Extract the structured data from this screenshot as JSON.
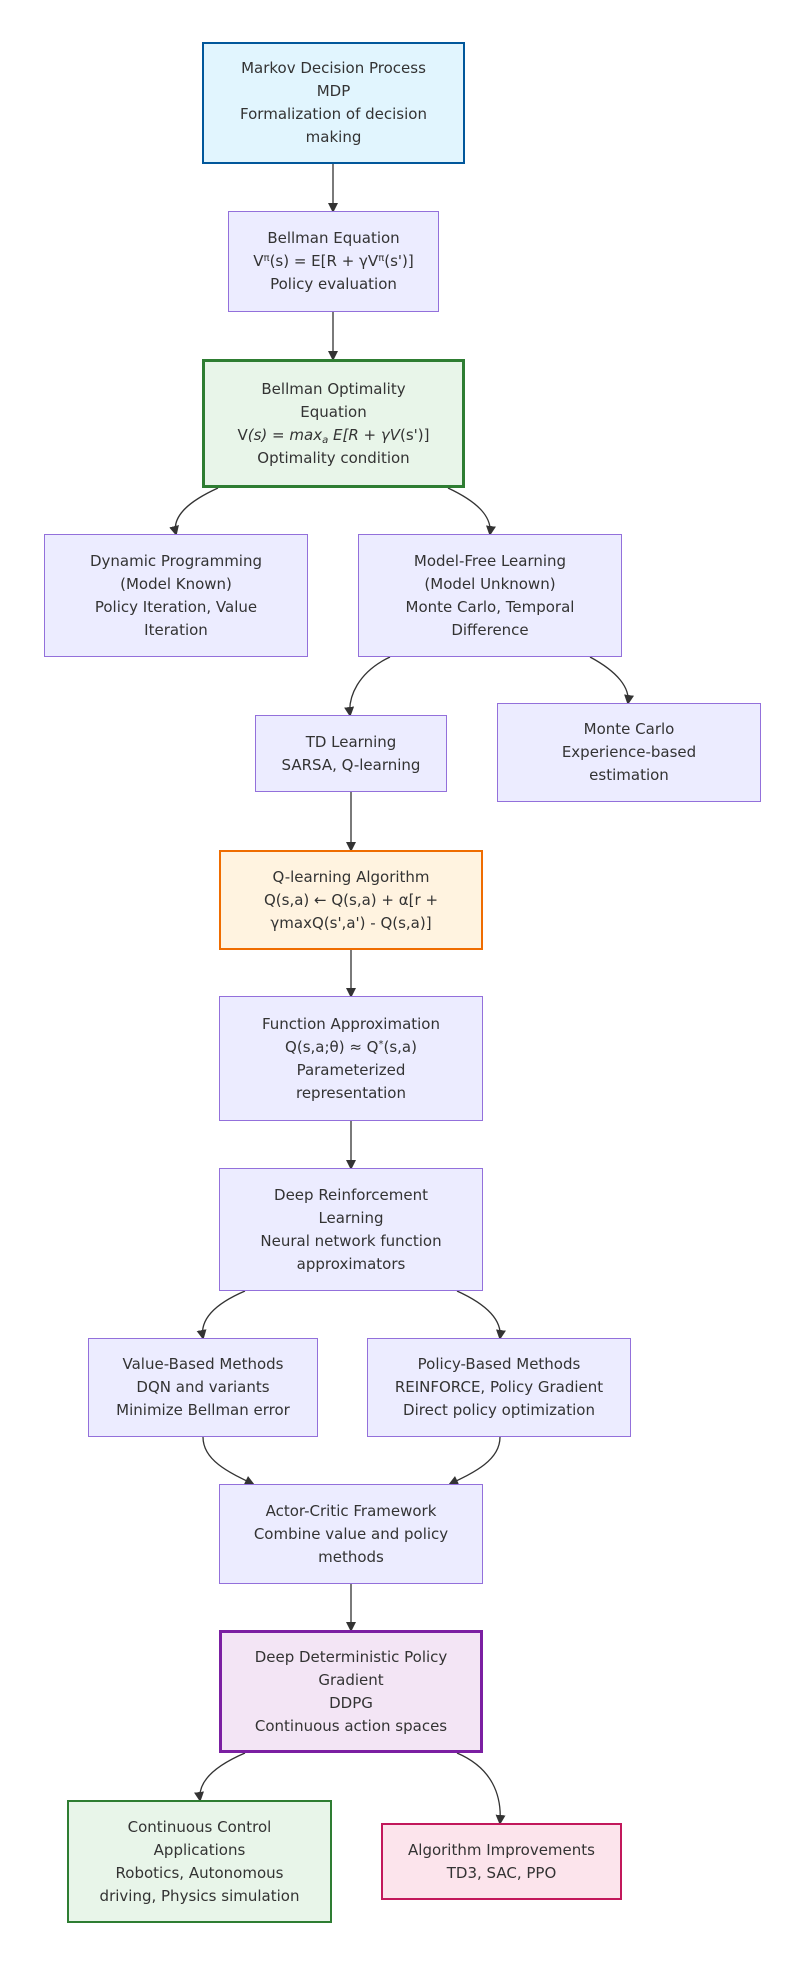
{
  "nodes": {
    "mdp": [
      "Markov Decision Process",
      "MDP",
      "Formalization of decision",
      "making"
    ],
    "bellman": {
      "title": "Bellman Equation",
      "eq": {
        "v": "V",
        "pi1": "π",
        "mid": "(s) = E[R + γV",
        "pi2": "π",
        "end": "(s')]"
      },
      "desc": "Policy evaluation"
    },
    "optimality": {
      "title1": "Bellman Optimality",
      "title2": "Equation",
      "eq": {
        "v": "V",
        "it1": "(s) = max",
        "sub": "a",
        "it2": " E[R + γV",
        "end": "(s')]"
      },
      "desc": "Optimality condition"
    },
    "dp": [
      "Dynamic Programming",
      "(Model Known)",
      "Policy Iteration, Value",
      "Iteration"
    ],
    "model_free": [
      "Model-Free Learning",
      "(Model Unknown)",
      "Monte Carlo, Temporal",
      "Difference"
    ],
    "td": [
      "TD Learning",
      "SARSA, Q-learning"
    ],
    "mc": [
      "Monte Carlo",
      "Experience-based",
      "estimation"
    ],
    "qlearning": [
      "Q-learning Algorithm",
      "Q(s,a) ← Q(s,a) + α[r +",
      "γmaxQ(s',a') - Q(s,a)]"
    ],
    "funcapprox": {
      "title": "Function Approximation",
      "eq": {
        "a": "Q(s,a;θ) ≈ Q",
        "star": "*",
        "b": "(s,a)"
      },
      "desc1": "Parameterized",
      "desc2": "representation"
    },
    "drl": [
      "Deep Reinforcement",
      "Learning",
      "Neural network function",
      "approximators"
    ],
    "value": [
      "Value-Based Methods",
      "DQN and variants",
      "Minimize Bellman error"
    ],
    "policy": [
      "Policy-Based Methods",
      "REINFORCE, Policy Gradient",
      "Direct policy optimization"
    ],
    "actor": [
      "Actor-Critic Framework",
      "Combine value and policy",
      "methods"
    ],
    "ddpg": [
      "Deep Deterministic Policy",
      "Gradient",
      "DDPG",
      "Continuous action spaces"
    ],
    "control": [
      "Continuous Control",
      "Applications",
      "Robotics, Autonomous",
      "driving, Physics simulation"
    ],
    "improvements": [
      "Algorithm Improvements",
      "TD3, SAC, PPO"
    ]
  },
  "colors": {
    "default_fill": "#ececff",
    "default_stroke": "#9370db",
    "mdp_fill": "#e1f5fe",
    "mdp_stroke": "#01579b",
    "optimality_fill": "#e8f5e9",
    "optimality_stroke": "#2e7d32",
    "qlearning_fill": "#fff3e0",
    "qlearning_stroke": "#ef6c00",
    "ddpg_fill": "#f3e5f5",
    "ddpg_stroke": "#7b1fa2",
    "improvements_fill": "#fce4ec",
    "improvements_stroke": "#c2185b",
    "edge": "#333333"
  },
  "edges": [
    [
      "mdp",
      "bellman"
    ],
    [
      "bellman",
      "optimality"
    ],
    [
      "optimality",
      "dp"
    ],
    [
      "optimality",
      "model_free"
    ],
    [
      "model_free",
      "td"
    ],
    [
      "model_free",
      "mc"
    ],
    [
      "td",
      "qlearning"
    ],
    [
      "qlearning",
      "funcapprox"
    ],
    [
      "funcapprox",
      "drl"
    ],
    [
      "drl",
      "value"
    ],
    [
      "drl",
      "policy"
    ],
    [
      "value",
      "actor"
    ],
    [
      "policy",
      "actor"
    ],
    [
      "actor",
      "ddpg"
    ],
    [
      "ddpg",
      "control"
    ],
    [
      "ddpg",
      "improvements"
    ]
  ]
}
